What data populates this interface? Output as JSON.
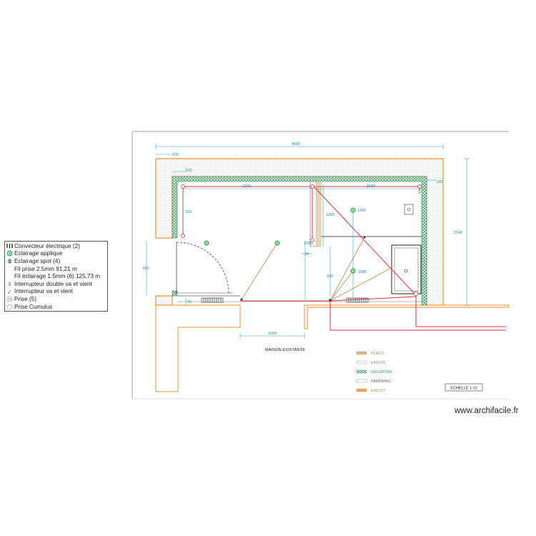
{
  "legend": {
    "items": [
      {
        "label": "Convecteur électrique (2)",
        "icon": "convector-icon"
      },
      {
        "label": "Eclairage applique",
        "icon": "wall-light-icon"
      },
      {
        "label": "Eclairage spot (4)",
        "icon": "spot-light-icon"
      },
      {
        "label": "Fil prise 2.5mm 91,21 m",
        "icon": ""
      },
      {
        "label": "Fil éclairage 1.5mm (6) 125,73 m",
        "icon": ""
      },
      {
        "label": "Interrupteur double va et vient",
        "icon": "double-switch-icon"
      },
      {
        "label": "Interrupteur va et vient",
        "icon": "switch-icon"
      },
      {
        "label": "Prise (5)",
        "icon": "socket-icon"
      },
      {
        "label": "Prise Cumulus",
        "icon": "cumulus-socket-icon"
      }
    ]
  },
  "dimensions": {
    "overall_width": "4600",
    "left_wall": "200",
    "inner_offset": "300",
    "room_left_width": "2200",
    "room_right_width": "1600",
    "right_offset": "100",
    "room_depth": "920",
    "overall_height": "2340",
    "partition_a": "1080",
    "partition_b": "1000",
    "partition_small": "24",
    "lower_right": "905",
    "spot_a": "1200",
    "spot_b": "1085",
    "door_height": "900",
    "door_small": "25",
    "bottom_opening": "1000"
  },
  "labels": {
    "existing_house": "MAISON EXISTANTE",
    "scale": "ECHELLE 1:10"
  },
  "materials": [
    {
      "label": "PLACO",
      "color": "#d9b98a"
    },
    {
      "label": "ENDUIT",
      "color": "#bdbdbd"
    },
    {
      "label": "ISOLATION",
      "color": "#3a8a6a"
    },
    {
      "label": "PARPAING",
      "color": "#9a9a9a"
    },
    {
      "label": "ENDUIT",
      "color": "#f2a45a"
    }
  ],
  "colors": {
    "wall_orange": "#f2a45a",
    "insulation_green": "#3a8a6a",
    "socket_wire": "#e0323c",
    "light_wire": "#c49a6c",
    "dimension_line": "#2aa5b8",
    "spot_green": "#1a9a3a"
  },
  "watermark": "www.archifacile.fr"
}
